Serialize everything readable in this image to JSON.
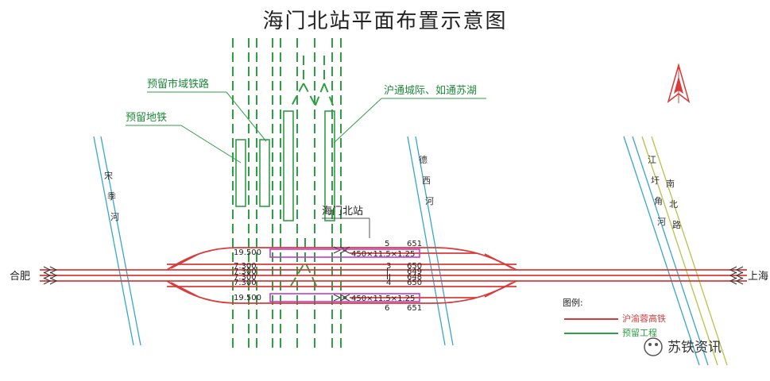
{
  "title": "海门北站平面布置示意图",
  "colors": {
    "main_line": "#d93a3a",
    "reserved": "#2f9e44",
    "river": "#37a6c9",
    "platform": "#c23ccf",
    "road": "#b8c24a"
  },
  "labels": {
    "reserved_city_railway": "预留市域铁路",
    "reserved_metro": "预留地铁",
    "hutong_lines": "沪通城际、如通苏湖",
    "station": "海门北站",
    "hefei": "合肥",
    "shanghai": "上海"
  },
  "rivers": {
    "songji": "宋季河",
    "dexi": "德西河",
    "jiangyu": "江圩角河",
    "road_north": "南北路"
  },
  "platforms": [
    {
      "elevation": "19.500",
      "dims": "450×11.5×1.25",
      "track": "5",
      "code": "651"
    },
    {
      "elevation": "19.500",
      "dims": "450×11.5×1.25",
      "track": "6",
      "code": "651"
    }
  ],
  "track_rows": [
    {
      "elevation": "7.300",
      "track": "3",
      "code": "650"
    },
    {
      "elevation": "7.300",
      "track": "I",
      "code": "649"
    },
    {
      "elevation": "7.300",
      "track": "II",
      "code": "648"
    },
    {
      "elevation": "7.300",
      "track": "4",
      "code": "650"
    }
  ],
  "legend": {
    "title": "图例:",
    "items": [
      {
        "label": "沪渝蓉高铁",
        "color": "#d93a3a"
      },
      {
        "label": "预留工程",
        "color": "#2f9e44"
      }
    ]
  },
  "watermark": "苏铁资讯",
  "compass_icon": "north-arrow-icon"
}
